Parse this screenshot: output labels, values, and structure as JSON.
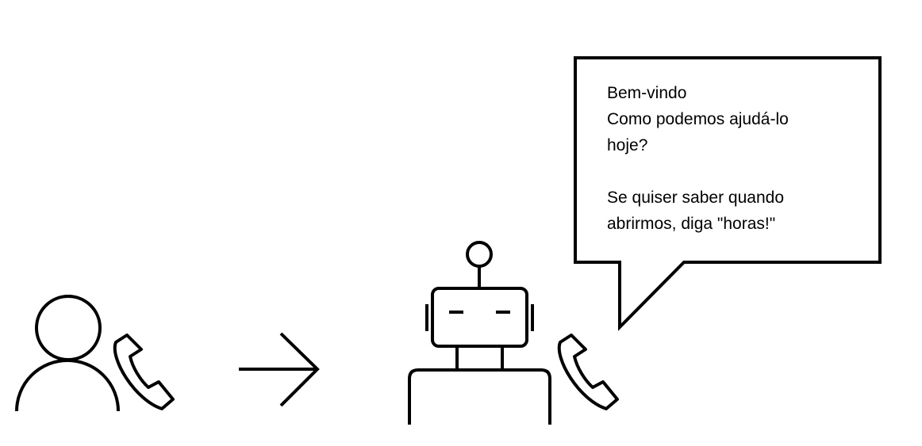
{
  "colors": {
    "stroke": "#000000",
    "background": "#ffffff"
  },
  "icons": {
    "caller": "person-icon",
    "caller_phone": "phone-icon",
    "flow": "arrow-right-icon",
    "bot": "robot-icon",
    "bot_phone": "phone-icon",
    "bubble": "speech-bubble"
  },
  "bubble": {
    "lines": [
      "Bem-vindo",
      "Como podemos ajudá-lo",
      "hoje?",
      "",
      "Se quiser saber quando",
      "abrirmos, diga \"horas!\""
    ]
  }
}
